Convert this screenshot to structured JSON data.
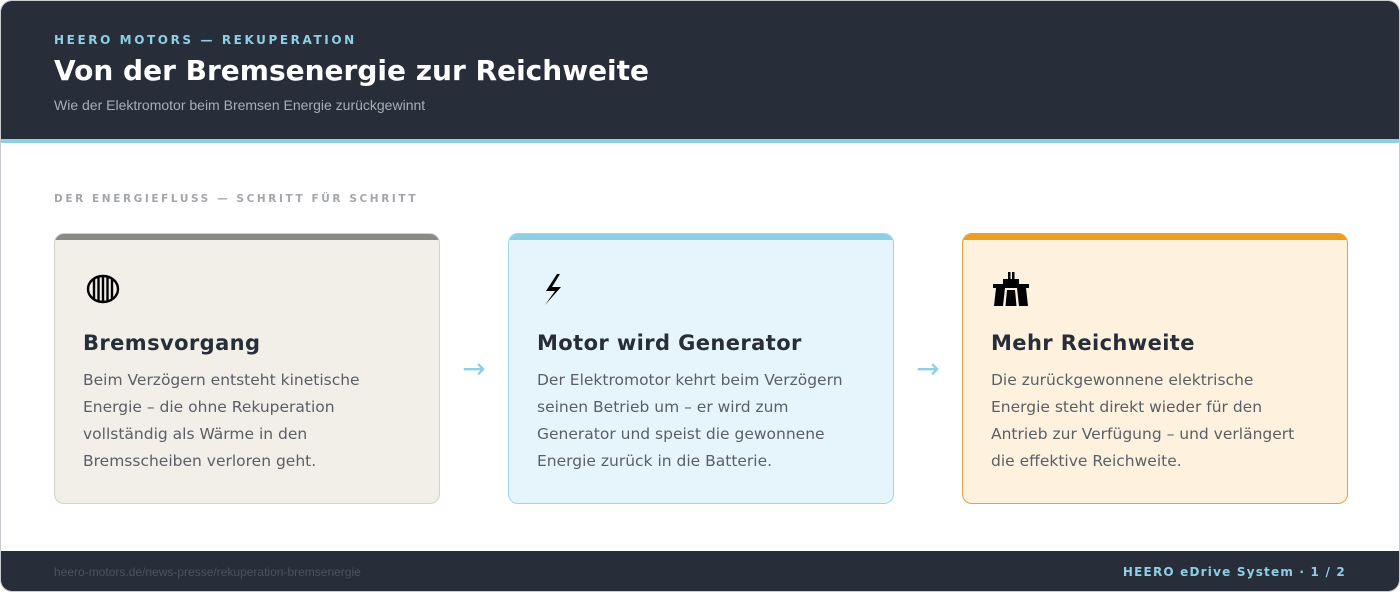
{
  "header": {
    "eyebrow": "HEERO MOTORS — REKUPERATION",
    "title": "Von der Bremsenergie zur Reichweite",
    "subtitle": "Wie der Elektromotor beim Bremsen Energie zurückgewinnt"
  },
  "section": {
    "label": "DER ENERGIEFLUSS — SCHRITT FÜR SCHRITT"
  },
  "steps": [
    {
      "icon": "brake-disc-icon",
      "title": "Bremsvorgang",
      "lines": [
        "Beim Verzögern entsteht kinetische",
        "Energie – die ohne Rekuperation",
        "vollständig als Wärme in den",
        "Bremsscheiben verloren geht."
      ]
    },
    {
      "icon": "lightning-icon",
      "title": "Motor wird Generator",
      "lines": [
        "Der Elektromotor kehrt beim Verzögern",
        "seinen Betrieb um – er wird zum",
        "Generator und speist die gewonnene",
        "Energie zurück in die Batterie."
      ]
    },
    {
      "icon": "motorway-icon",
      "title": "Mehr Reichweite",
      "lines": [
        "Die zurückgewonnene elektrische",
        "Energie steht direkt wieder für den",
        "Antrieb zur Verfügung – und verlängert",
        "die effektive Reichweite."
      ]
    }
  ],
  "arrows": [
    "→",
    "→"
  ],
  "footer": {
    "url": "heero-motors.de/news-presse/rekuperation-bremsenergie",
    "brand": "HEERO eDrive System · 1 / 2"
  },
  "colors": {
    "header_bg": "#272e39",
    "accent_blue": "#8ecfe6",
    "accent_orange": "#ec9e22",
    "accent_gray": "#8a8b87"
  }
}
